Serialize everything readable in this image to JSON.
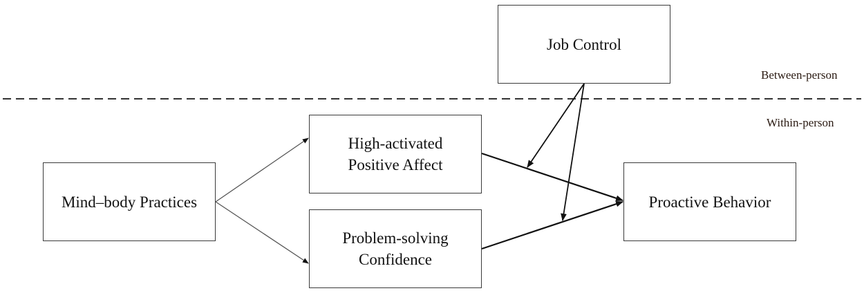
{
  "levels": {
    "between": "Between-person",
    "within": "Within-person"
  },
  "nodes": {
    "job_control": "Job Control",
    "mind_body": "Mind–body Practices",
    "hapa": "High-activated\nPositive Affect",
    "psc": "Problem-solving\nConfidence",
    "proactive": "Proactive Behavior"
  },
  "edges": [
    {
      "from": "Mind–body Practices",
      "to": "High-activated Positive Affect"
    },
    {
      "from": "Mind–body Practices",
      "to": "Problem-solving Confidence"
    },
    {
      "from": "High-activated Positive Affect",
      "to": "Proactive Behavior"
    },
    {
      "from": "Problem-solving Confidence",
      "to": "Proactive Behavior"
    },
    {
      "from": "Job Control",
      "to": "High-activated Positive Affect → Proactive Behavior"
    },
    {
      "from": "Job Control",
      "to": "Problem-solving Confidence → Proactive Behavior"
    }
  ],
  "colors": {
    "line": "#111111",
    "thin_line": "#555555",
    "box_border": "#3a3a3a",
    "level_label": "#2a1a12"
  }
}
